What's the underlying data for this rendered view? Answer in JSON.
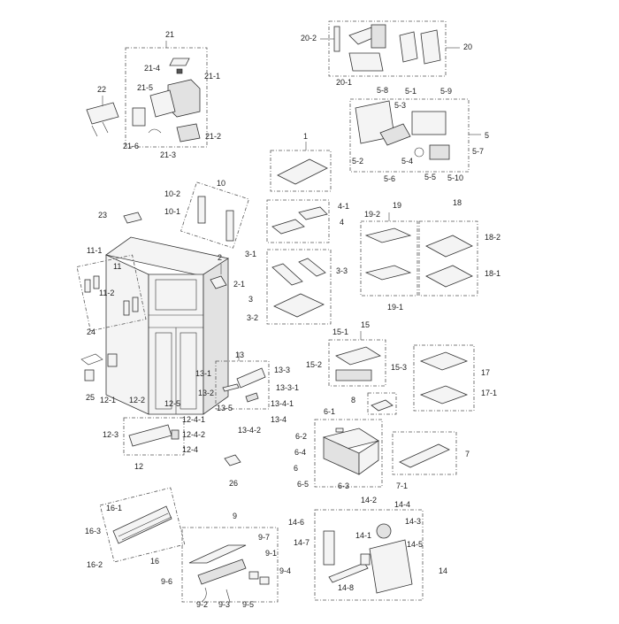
{
  "diagram": {
    "labels": [
      "1",
      "2",
      "2-1",
      "3",
      "3-1",
      "3-2",
      "3-3",
      "4",
      "4-1",
      "5",
      "5-1",
      "5-2",
      "5-3",
      "5-4",
      "5-5",
      "5-6",
      "5-7",
      "5-8",
      "5-9",
      "5-10",
      "6",
      "6-1",
      "6-2",
      "6-3",
      "6-4",
      "6-5",
      "7",
      "7-1",
      "8",
      "9",
      "9-1",
      "9-2",
      "9-3",
      "9-4",
      "9-5",
      "9-6",
      "9-7",
      "10",
      "10-1",
      "10-2",
      "11",
      "11-1",
      "11-2",
      "12",
      "12-1",
      "12-2",
      "12-3",
      "12-4",
      "12-4-1",
      "12-4-2",
      "12-5",
      "13",
      "13-1",
      "13-2",
      "13-3",
      "13-3-1",
      "13-4",
      "13-4-1",
      "13-4-2",
      "13-5",
      "14",
      "14-1",
      "14-2",
      "14-3",
      "14-4",
      "14-5",
      "14-6",
      "14-7",
      "14-8",
      "15",
      "15-1",
      "15-2",
      "15-3",
      "16",
      "16-1",
      "16-2",
      "16-3",
      "17",
      "17-1",
      "18",
      "18-1",
      "18-2",
      "19",
      "19-1",
      "19-2",
      "20",
      "20-1",
      "20-2",
      "21",
      "21-1",
      "21-2",
      "21-3",
      "21-4",
      "21-5",
      "21-6",
      "22",
      "23",
      "24",
      "25",
      "26"
    ]
  }
}
